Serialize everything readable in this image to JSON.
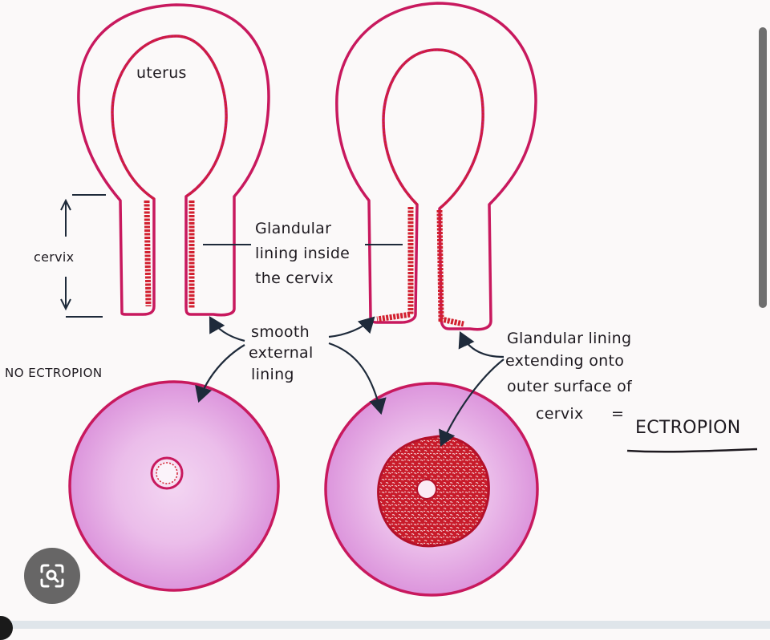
{
  "labels": {
    "uterus": "uterus",
    "cervix": "cervix",
    "glandular_inside": [
      "Glandular",
      "lining inside",
      "the cervix"
    ],
    "smooth_external": [
      "smooth",
      "external",
      "lining"
    ],
    "no_ectropion": "NO ECTROPION",
    "glandular_extending": [
      "Glandular lining",
      "extending onto",
      "outer surface of",
      "cervix"
    ],
    "equals": "=",
    "ectropion": "ECTROPION"
  },
  "colors": {
    "outline": "#c8195e",
    "glandular": "#d2202f",
    "disc_fill": "#e7b3e6",
    "ink": "#1e1a20"
  },
  "icons": {
    "lens": "lens-icon",
    "scrollbar": "scrollbar"
  }
}
